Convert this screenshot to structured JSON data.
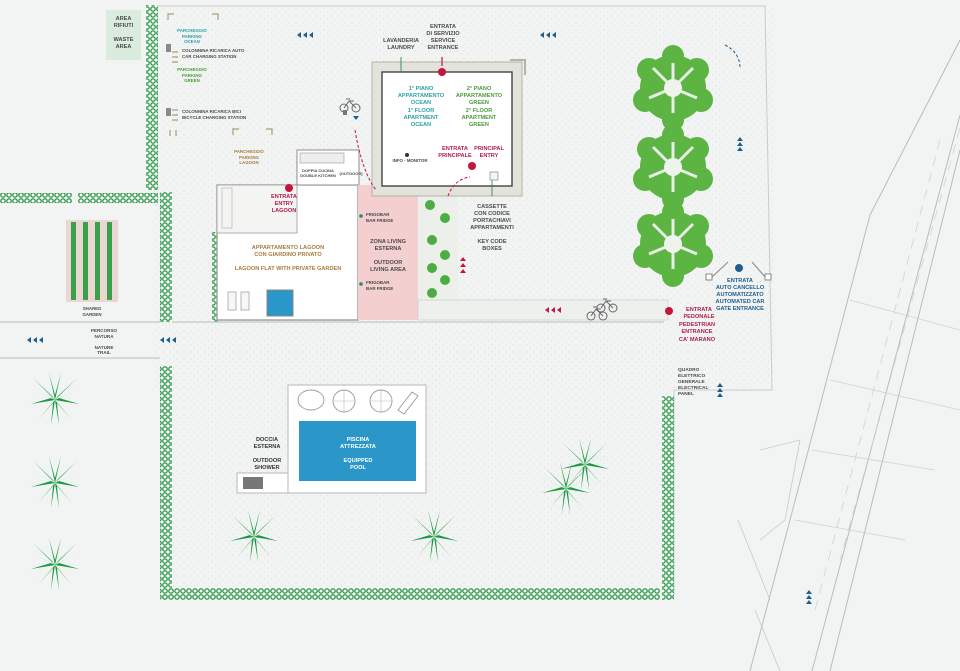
{
  "colors": {
    "hedge": "#2f9a4a",
    "pool": "#2a97c8",
    "living_area": "#f4cfcf",
    "building_wall": "#c9c7bd",
    "tree": "#5cb443",
    "palm": "#1a9a3f",
    "marker": "#c4153f",
    "arrow_blue": "#1f5d8e",
    "arrow_red": "#c4153f"
  },
  "labels": {
    "waste_area": "AREA\nRIFIUTI\n\nWASTE\nAREA",
    "parking_ocean": "PARCHEGGIO\nPARKING\nOCEAN",
    "car_charging": "COLONNINA RICARICA AUTO\nCAR CHARGING STATION",
    "parking_green": "PARCHEGGIO\nPARKING\nGREEN",
    "bicycle_charging": "COLONNINA RICARICA BICI\nBICYCLE CHARGING STATION",
    "parking_lagoon": "PARCHEGGIO\nPARKING\nLAGOON",
    "double_kitchen": "DOPPIA CUCINA\nDOUBLE KITCHEN",
    "outdoor_kitchen": "(OUTDOOR)",
    "laundry": "LAVANDERIA\nLAUNDRY",
    "service_entrance": "ENTRATA\nDI SERVIZIO\nSERVICE\nENTRANCE",
    "first_floor_ocean": "1° PIANO\nAPPARTAMENTO\nOCEAN",
    "first_floor_ocean_en": "1° FLOOR\nAPARTMENT\nOCEAN",
    "second_floor_green": "2° PIANO\nAPPARTAMENTO\nGREEN",
    "second_floor_green_en": "2° FLOOR\nAPARTMENT\nGREEN",
    "main_entrance_it": "ENTRATA\nPRINCIPALE",
    "main_entrance_en": "PRINCIPAL\nENTRY",
    "info_monitor": "INFO - MONITOR",
    "key_boxes": "CASSETTE\nCON CODICE\nPORTACHIAVI\nAPPARTAMENTI\n\nKEY CODE\nBOXES",
    "entry_lagoon": "ENTRATA\nENTRY\nLAGOON",
    "lagoon_flat": "APPARTAMENTO LAGOON\nCON GIARDINO PRIVATO\n\nLAGOON FLAT WITH PRIVATE GARDEN",
    "bar_fridge_1": "FRIGOBAR\nBAR FRIDGE",
    "bar_fridge_2": "FRIGOBAR\nBAR FRIDGE",
    "living_area": "ZONA LIVING\nESTERNA\n\nOUTDOOR\nLIVING AREA",
    "shared_garden": "SHARED\nGARDEN",
    "nature_trail": "PERCORSO\nNATURA\n\nNATURE\nTRAIL",
    "pedestrian_entrance_it": "ENTRATA\nPEDONALE",
    "pedestrian_entrance_en": "PEDESTRIAN\nENTRANCE",
    "ca_marano": "CA' MARANO",
    "car_gate": "ENTRATA\nAUTO CANCELLO\nAUTOMATIZZATO\nAUTOMATED CAR\nGATE ENTRANCE",
    "electrical_panel": "QUADRO\nELETTRICO\nGENERALE\nELECTRICAL\nPANEL",
    "outdoor_shower": "DOCCIA\nESTERNA\n\nOUTDOOR\nSHOWER",
    "pool": "PISCINA\nATTREZZATA\n\nEQUIPPED\nPOOL"
  }
}
